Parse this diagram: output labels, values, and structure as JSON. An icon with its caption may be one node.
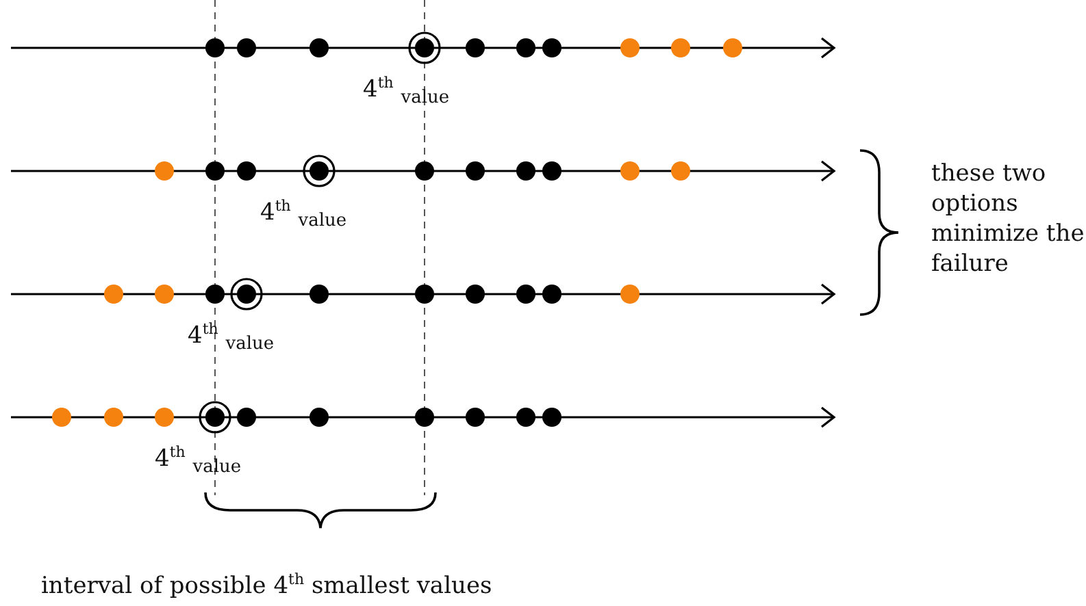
{
  "diagram": {
    "labels": [
      "4$^{th}$ $_{value}$",
      "4$^{th}$ $_{value}$",
      "these two options minimize the failure",
      "4$^{th}$ $_{value}$",
      "4$^{th}$ $_{value}$",
      "interval of possible 4$^{th}$ smallest values"
    ]
  }
}
